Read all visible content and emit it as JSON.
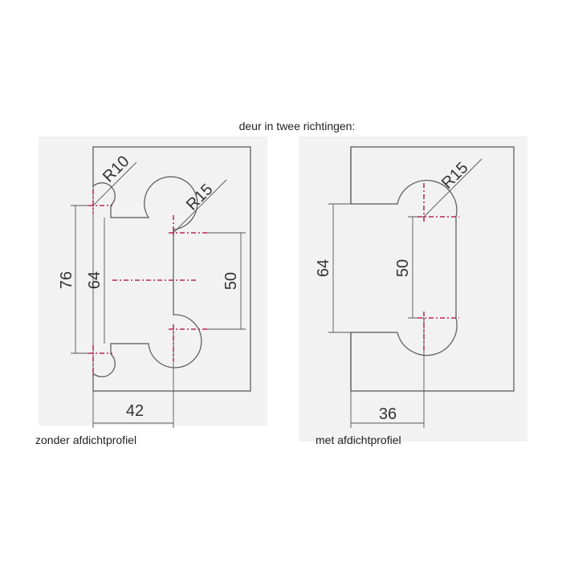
{
  "title": "deur in twee richtingen:",
  "left": {
    "caption": "zonder afdichtprofiel",
    "dims": {
      "r_small": "R10",
      "r_large": "R15",
      "h_outer": "76",
      "h_inner": "64",
      "slot": "50",
      "width": "42"
    }
  },
  "right": {
    "caption": "met afdichtprofiel",
    "dims": {
      "r_large": "R15",
      "h_outer": "64",
      "slot": "50",
      "width": "36"
    }
  },
  "colors": {
    "line": "#555555",
    "centerline": "#b0003a",
    "panel": "#f2f2f2"
  }
}
